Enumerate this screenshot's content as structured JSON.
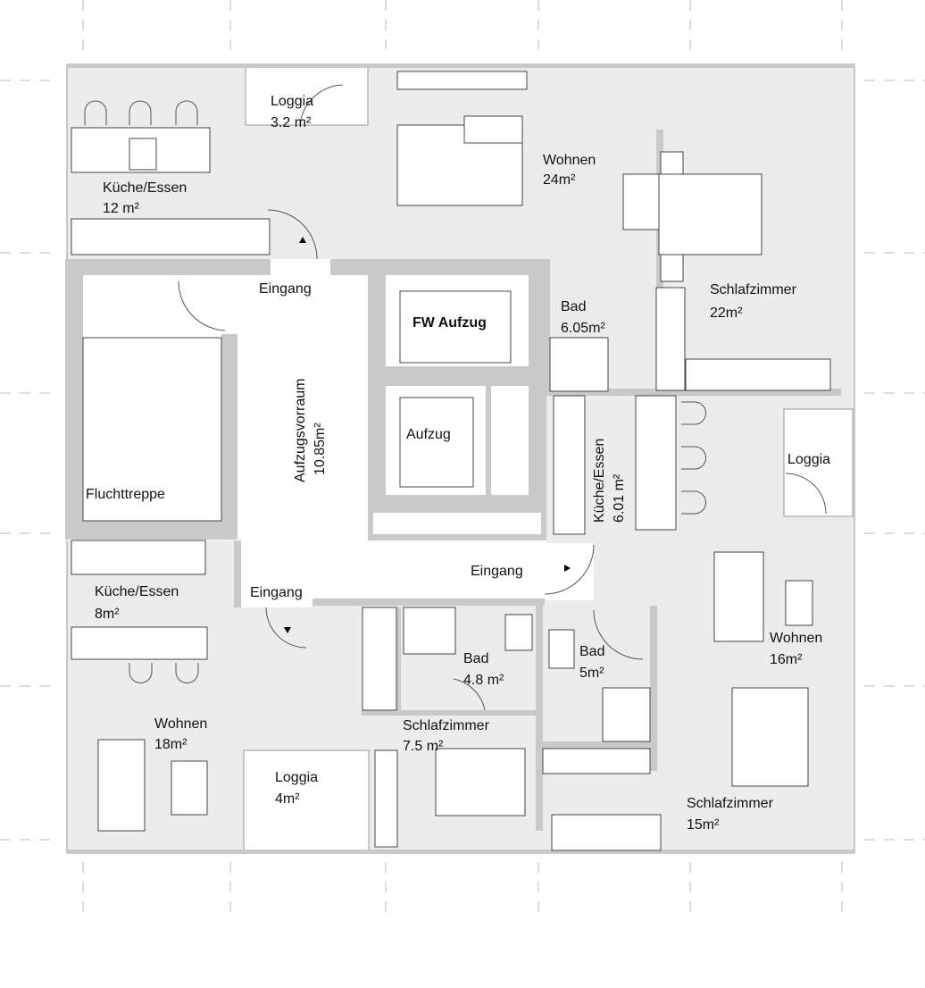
{
  "rooms": {
    "loggia_top": {
      "name": "Loggia",
      "area": "3.2 m²"
    },
    "kueche_12": {
      "name": "Küche/Essen",
      "area": "12 m²"
    },
    "wohnen_24": {
      "name": "Wohnen",
      "area": "24m²"
    },
    "schlaf_22": {
      "name": "Schlafzimmer",
      "area": "22m²"
    },
    "bad_605": {
      "name": "Bad",
      "area": "6.05m²"
    },
    "fw_aufzug": {
      "name": "FW Aufzug"
    },
    "aufzug": {
      "name": "Aufzug"
    },
    "vorraum": {
      "name": "Aufzugsvorraum",
      "area": "10.85m²"
    },
    "eingang_top": {
      "name": "Eingang"
    },
    "fluchttreppe": {
      "name": "Fluchttreppe"
    },
    "kueche_601": {
      "name": "Küche/Essen",
      "area": "6.01 m²"
    },
    "loggia_right": {
      "name": "Loggia"
    },
    "eingang_right": {
      "name": "Eingang"
    },
    "kueche_8": {
      "name": "Küche/Essen",
      "area": "8m²"
    },
    "eingang_left": {
      "name": "Eingang"
    },
    "wohnen_18": {
      "name": "Wohnen",
      "area": "18m²"
    },
    "bad_48": {
      "name": "Bad",
      "area": "4.8 m²"
    },
    "bad_5": {
      "name": "Bad",
      "area": "5m²"
    },
    "wohnen_16": {
      "name": "Wohnen",
      "area": "16m²"
    },
    "schlaf_75": {
      "name": "Schlafzimmer",
      "area": "7.5 m²"
    },
    "loggia_bottom": {
      "name": "Loggia",
      "area": "4m²"
    },
    "schlaf_15": {
      "name": "Schlafzimmer",
      "area": "15m²"
    }
  },
  "colors": {
    "floor": "#ececec",
    "wall": "#c9c9c9",
    "circulation": "#ffffff"
  }
}
